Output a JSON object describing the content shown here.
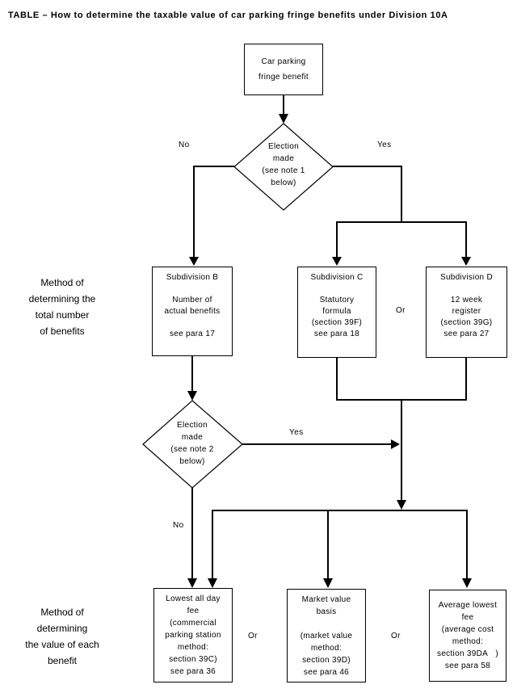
{
  "title": "TABLE – How to determine the taxable value of car parking fringe benefits under Division 10A",
  "row_labels": {
    "number_of_benefits": "Method of\ndetermining the\ntotal number\nof benefits",
    "value_of_each_benefit": "Method of\ndetermining\nthe value of each\nbenefit"
  },
  "nodes": {
    "start": "Car parking\nfringe benefit",
    "decision1": "Election\nmade\n(see note 1\nbelow)",
    "decision2": "Election\nmade\n(see note 2\nbelow)",
    "subdivision_b": "Subdivision B\n\nNumber of\nactual benefits\n\nsee para 17",
    "subdivision_c": "Subdivision C\n\nStatutory\nformula\n(section 39F)\nsee para 18",
    "subdivision_d": "Subdivision D\n\n12 week\nregister\n(section 39G)\nsee para 27",
    "lowest_all_day_fee": "Lowest all day\nfee\n(commercial\nparking station\nmethod:\nsection 39C)\nsee para 36",
    "market_value_basis": "Market value\nbasis\n\n(market value\nmethod:\nsection 39D)\nsee para 46",
    "average_lowest_fee": "Average lowest\nfee\n(average cost\nmethod:\nsection 39DA   )\nsee para 58"
  },
  "edge_labels": {
    "decision1_no": "No",
    "decision1_yes": "Yes",
    "decision2_no": "No",
    "decision2_yes": "Yes",
    "or_subdivisions": "Or",
    "or_value_left": "Or",
    "or_value_right": "Or"
  },
  "colors": {
    "line": "#000000",
    "text": "#000000",
    "background": "#ffffff"
  }
}
